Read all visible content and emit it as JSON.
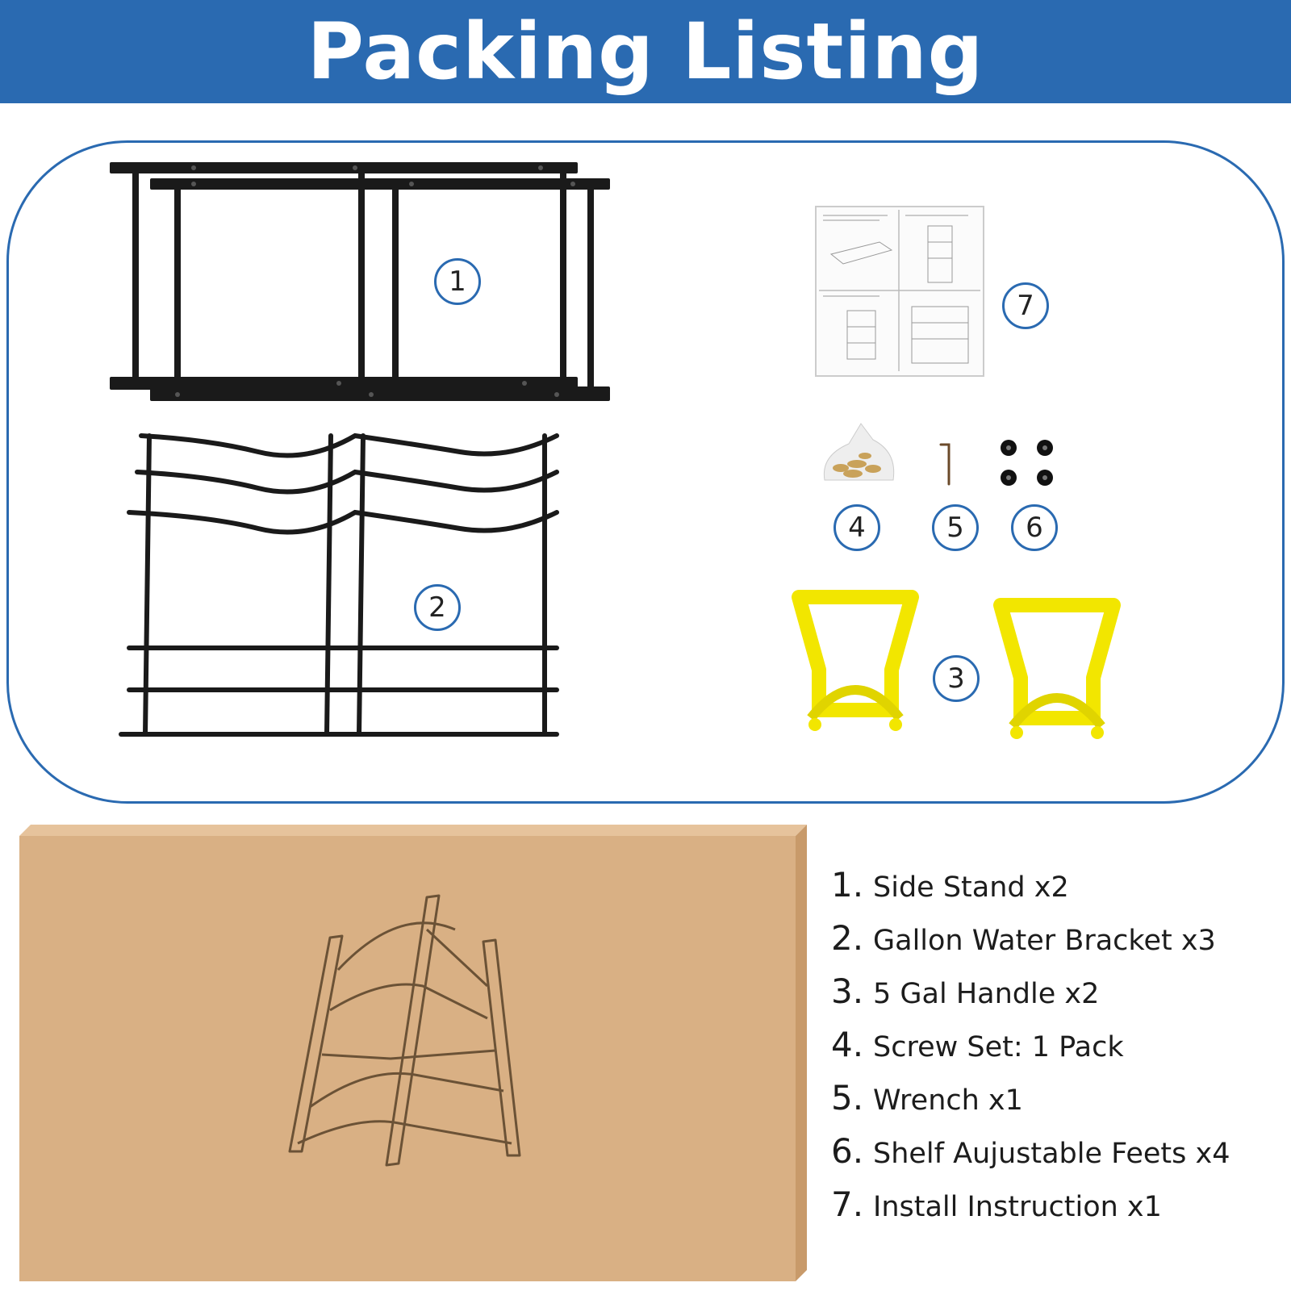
{
  "header": {
    "title": "Packing Listing"
  },
  "colors": {
    "accent": "#2a6ab1",
    "box": "#d9b084",
    "box_edge": "#c89a6a",
    "handle": "#f2e600",
    "steel": "#1a1a1a"
  },
  "icons": {
    "side_stand": "side-stand-frame",
    "bracket": "wavy-wire-bracket",
    "handle": "yellow-carry-handle",
    "screws": "screw-bag",
    "wrench": "allen-wrench",
    "feet": "adjustable-feet",
    "manual": "instruction-sheet",
    "box": "shipping-box"
  },
  "badges": [
    "1",
    "2",
    "3",
    "4",
    "5",
    "6",
    "7"
  ],
  "legend": [
    {
      "num": "1.",
      "text": "Side Stand x2"
    },
    {
      "num": "2.",
      "text": "Gallon Water Bracket x3"
    },
    {
      "num": "3.",
      "text": "5 Gal Handle x2"
    },
    {
      "num": "4.",
      "text": "Screw Set:  1 Pack"
    },
    {
      "num": "5.",
      "text": "Wrench x1"
    },
    {
      "num": "6.",
      "text": "Shelf Aujustable Feets x4"
    },
    {
      "num": "7.",
      "text": "Install Instruction x1"
    }
  ]
}
